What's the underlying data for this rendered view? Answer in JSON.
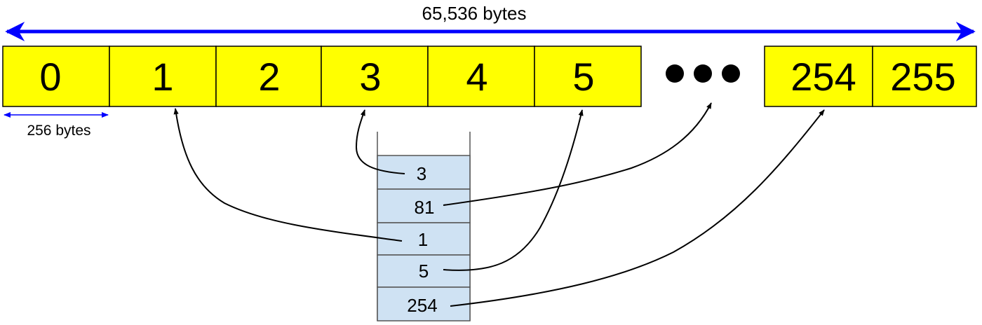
{
  "total_size_label": "65,536 bytes",
  "block_size_label": "256 bytes",
  "ellipsis": "•••",
  "colors": {
    "block_fill": "#ffff00",
    "stack_fill": "#cfe2f3",
    "span_arrow": "#0000ff",
    "pointer_arrow": "#000000"
  },
  "memory_blocks": [
    "0",
    "1",
    "2",
    "3",
    "4",
    "5",
    "254",
    "255"
  ],
  "stack_entries": [
    "3",
    "81",
    "1",
    "5",
    "254"
  ]
}
